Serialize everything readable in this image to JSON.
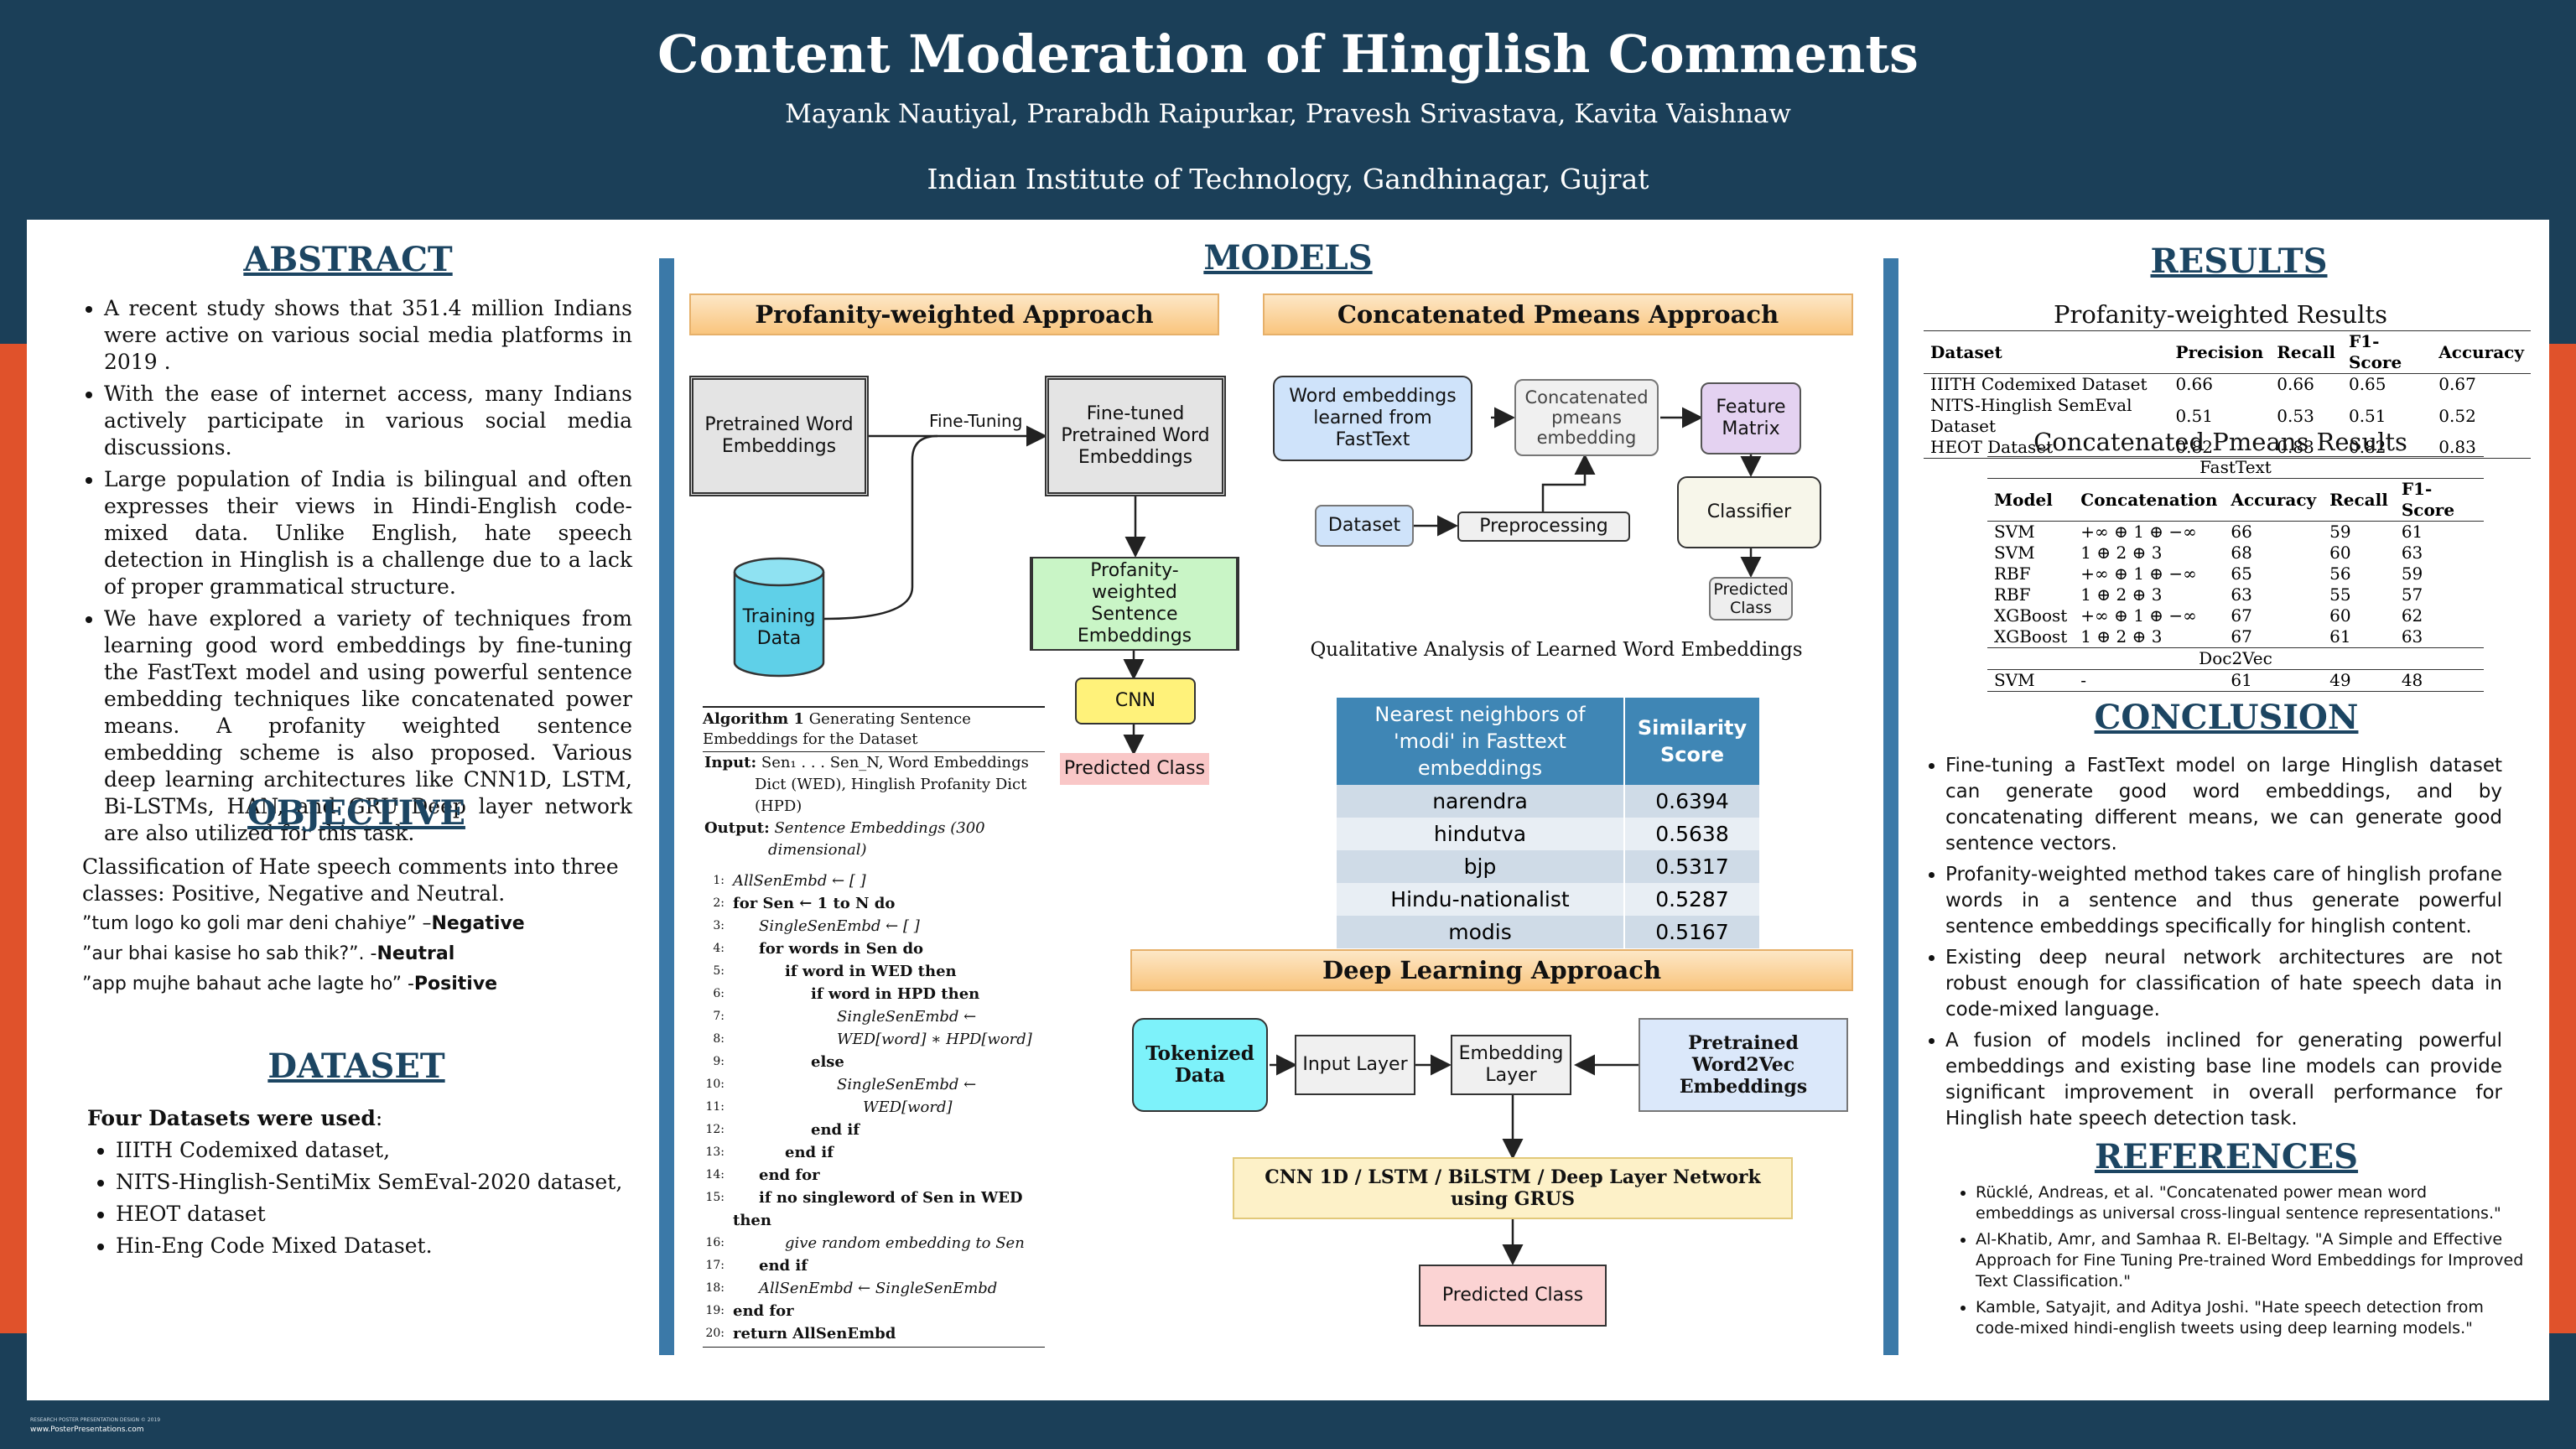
{
  "header": {
    "title": "Content Moderation of Hinglish Comments",
    "authors": "Mayank Nautiyal, Prarabdh Raipurkar, Pravesh Srivastava, Kavita Vaishnaw",
    "affiliation": "Indian Institute of Technology, Gandhinagar, Gujrat"
  },
  "abstract": {
    "title": "ABSTRACT",
    "bullets": [
      "A recent study shows that 351.4 million Indians were active on various social media platforms in 2019 .",
      "With the ease of internet access, many Indians actively participate in various social media discussions.",
      "Large population of India is bilingual and often expresses their views in Hindi-English code-mixed data. Unlike English, hate speech detection in Hinglish is a challenge due to a lack of proper grammatical structure.",
      "We have explored a variety of techniques from learning good word embeddings by fine-tuning the FastText model and using powerful sentence embedding techniques like concatenated power means. A profanity weighted sentence embedding scheme is also proposed. Various deep learning architectures like CNN1D, LSTM, Bi-LSTMs, HAN, and GRU Deep layer network are also utilized for this task."
    ]
  },
  "objective": {
    "title": "OBJECTIVE",
    "intro": "Classification of Hate speech comments into three classes: Positive, Negative and Neutral.",
    "examples": [
      {
        "text": "”tum logo ko goli mar deni chahiye” –",
        "label": "Negative"
      },
      {
        "text": "”aur bhai kasise ho sab thik?”. -",
        "label": "Neutral"
      },
      {
        "text": "”app mujhe bahaut ache lagte ho” -",
        "label": "Positive"
      }
    ]
  },
  "dataset": {
    "title": "DATASET",
    "lead_bold": "Four Datasets were used",
    "lead_rest": ":",
    "items": [
      "IIITH Codemixed dataset,",
      "NITS-Hinglish-SentiMix SemEval-2020 dataset,",
      "HEOT dataset",
      "Hin-Eng Code Mixed Dataset."
    ]
  },
  "models": {
    "title": "MODELS",
    "profanity": {
      "header": "Profanity-weighted Approach",
      "pretrained": "Pretrained Word Embeddings",
      "finetuning": "Fine-Tuning",
      "finetuned": "Fine-tuned Pretrained Word Embeddings",
      "training": "Training Data",
      "sentence": "Profanity-weighted Sentence Embeddings",
      "cnn": "CNN",
      "predicted": "Predicted Class"
    },
    "algorithm": {
      "title_bold": "Algorithm 1",
      "title_rest": " Generating Sentence Embeddings for the Dataset",
      "input_label": "Input:",
      "input_text": "Sen₁ . . . Sen_N, Word Embeddings Dict (WED), Hinglish Profanity Dict (HPD)",
      "output_label": "Output:",
      "output_text": "Sentence Embeddings (300 dimensional)",
      "lines": [
        "AllSenEmbd ← [ ]",
        "for Sen ← 1 to N do",
        "SingleSenEmbd ← [ ]",
        "for words in Sen do",
        "if word in WED then",
        "if word in HPD then",
        "SingleSenEmbd ←",
        "WED[word] ∗ HPD[word]",
        "else",
        "SingleSenEmbd ←",
        "WED[word]",
        "end if",
        "end if",
        "end for",
        "if no singleword of Sen in WED then",
        "give random embedding to Sen",
        "end if",
        "AllSenEmbd ← SingleSenEmbd",
        "end for",
        "return AllSenEmbd"
      ]
    },
    "pmeans": {
      "header": "Concatenated Pmeans Approach",
      "word_emb": "Word embeddings learned from FastText",
      "concat": "Concatenated pmeans embedding",
      "feature": "Feature Matrix",
      "dataset": "Dataset",
      "preprocessing": "Preprocessing",
      "classifier": "Classifier",
      "predicted": "Predicted Class"
    },
    "qualitative": {
      "caption": "Qualitative Analysis of Learned Word Embeddings",
      "col1": "Nearest neighbors of 'modi' in Fasttext embeddings",
      "col2": "Similarity Score",
      "rows": [
        [
          "narendra",
          "0.6394"
        ],
        [
          "hindutva",
          "0.5638"
        ],
        [
          "bjp",
          "0.5317"
        ],
        [
          "Hindu-nationalist",
          "0.5287"
        ],
        [
          "modis",
          "0.5167"
        ]
      ]
    },
    "deep": {
      "header": "Deep Learning Approach",
      "tokenized": "Tokenized Data",
      "input_layer": "Input Layer",
      "embedding_layer": "Embedding Layer",
      "pretrained_w2v": "Pretrained Word2Vec Embeddings",
      "network": "CNN 1D / LSTM / BiLSTM / Deep Layer Network using GRUS",
      "predicted": "Predicted Class"
    }
  },
  "results": {
    "title": "RESULTS",
    "profanity_title": "Profanity-weighted Results",
    "profanity_headers": [
      "Dataset",
      "Precision",
      "Recall",
      "F1-Score",
      "Accuracy"
    ],
    "profanity_rows": [
      [
        "IIITH Codemixed Dataset",
        "0.66",
        "0.66",
        "0.65",
        "0.67"
      ],
      [
        "NITS-Hinglish SemEval Dataset",
        "0.51",
        "0.53",
        "0.51",
        "0.52"
      ],
      [
        "HEOT Dataset",
        "0.82",
        "0.83",
        "0.82",
        "0.83"
      ]
    ],
    "pmeans_title": "Concatenated Pmeans Results",
    "fasttext_label": "FastText",
    "pmeans_headers": [
      "Model",
      "Concatenation",
      "Accuracy",
      "Recall",
      "F1-Score"
    ],
    "pmeans_rows": [
      [
        "SVM",
        "+∞ ⊕ 1 ⊕ −∞",
        "66",
        "59",
        "61"
      ],
      [
        "SVM",
        "1 ⊕ 2 ⊕ 3",
        "68",
        "60",
        "63"
      ],
      [
        "RBF",
        "+∞ ⊕ 1 ⊕ −∞",
        "65",
        "56",
        "59"
      ],
      [
        "RBF",
        "1 ⊕ 2 ⊕ 3",
        "63",
        "55",
        "57"
      ],
      [
        "XGBoost",
        "+∞ ⊕ 1 ⊕ −∞",
        "67",
        "60",
        "62"
      ],
      [
        "XGBoost",
        "1 ⊕ 2 ⊕ 3",
        "67",
        "61",
        "63"
      ]
    ],
    "doc2vec_label": "Doc2Vec",
    "doc2vec_row": [
      "SVM",
      "-",
      "61",
      "49",
      "48"
    ]
  },
  "conclusion": {
    "title": "CONCLUSION",
    "bullets": [
      "Fine-tuning a FastText model on large Hinglish dataset can generate good word embeddings, and by concatenating different means, we can generate good sentence vectors.",
      "Profanity-weighted method takes care of hinglish profane words in a sentence and thus generate powerful sentence embeddings specifically for hinglish content.",
      "Existing deep neural network architectures are not robust enough for classification of hate speech data in code-mixed language.",
      "A fusion of models inclined for generating powerful embeddings and existing base line models can provide significant improvement in overall performance for Hinglish hate speech detection task."
    ]
  },
  "references": {
    "title": "REFERENCES",
    "items": [
      "Rücklé, Andreas, et al. \"Concatenated power mean word embeddings as universal cross-lingual sentence representations.\"",
      "Al-Khatib, Amr, and Samhaa R. El-Beltagy. \"A Simple and Effective Approach for Fine Tuning Pre-trained Word Embeddings for Improved Text Classification.\"",
      "Kamble, Satyajit, and Aditya Joshi. \"Hate speech detection from code-mixed hindi-english tweets using deep learning models.\""
    ]
  },
  "footer": {
    "line1": "RESEARCH POSTER PRESENTATION DESIGN © 2019",
    "line2": "www.PosterPresentations.com"
  }
}
